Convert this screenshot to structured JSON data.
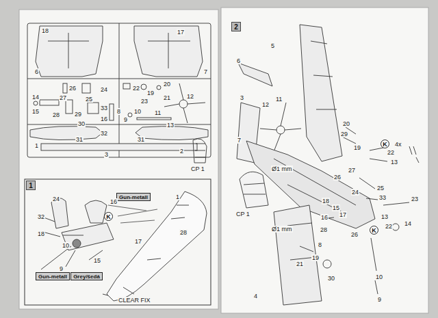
{
  "diagram": {
    "nodes": [
      {
        "text": [
          "1"
        ]
      },
      {
        "text": [
          "2"
        ]
      },
      {
        "text": [
          "Gun-metall"
        ]
      },
      {
        "text": [
          "Gun-metall"
        ]
      },
      {
        "text": [
          "Grey/šedá"
        ]
      },
      {
        "text": [
          "K"
        ]
      },
      {
        "text": [
          "K"
        ]
      },
      {
        "text": [
          "K"
        ]
      }
    ],
    "labels": [
      "18",
      "17",
      "6",
      "7",
      "26",
      "24",
      "22",
      "20",
      "27",
      "25",
      "19",
      "21",
      "14",
      "23",
      "15",
      "28",
      "29",
      "33",
      "8",
      "16",
      "10",
      "30",
      "9",
      "11",
      "13",
      "12",
      "32",
      "31",
      "31",
      "3",
      "1",
      "2",
      "CP 1",
      "24",
      "16",
      "1",
      "32",
      "28",
      "18",
      "10",
      "17",
      "15",
      "9",
      "CLEAR FIX",
      "5",
      "6",
      "3",
      "12",
      "11",
      "20",
      "29",
      "19",
      "4x",
      "7",
      "22",
      "13",
      "CP 1",
      "Ø1 mm",
      "27",
      "26",
      "24",
      "25",
      "33",
      "23",
      "18",
      "15",
      "17",
      "16",
      "Ø1 mm",
      "28",
      "13",
      "22",
      "14",
      "26",
      "8",
      "19",
      "21",
      "30",
      "10",
      "4",
      "9"
    ]
  }
}
